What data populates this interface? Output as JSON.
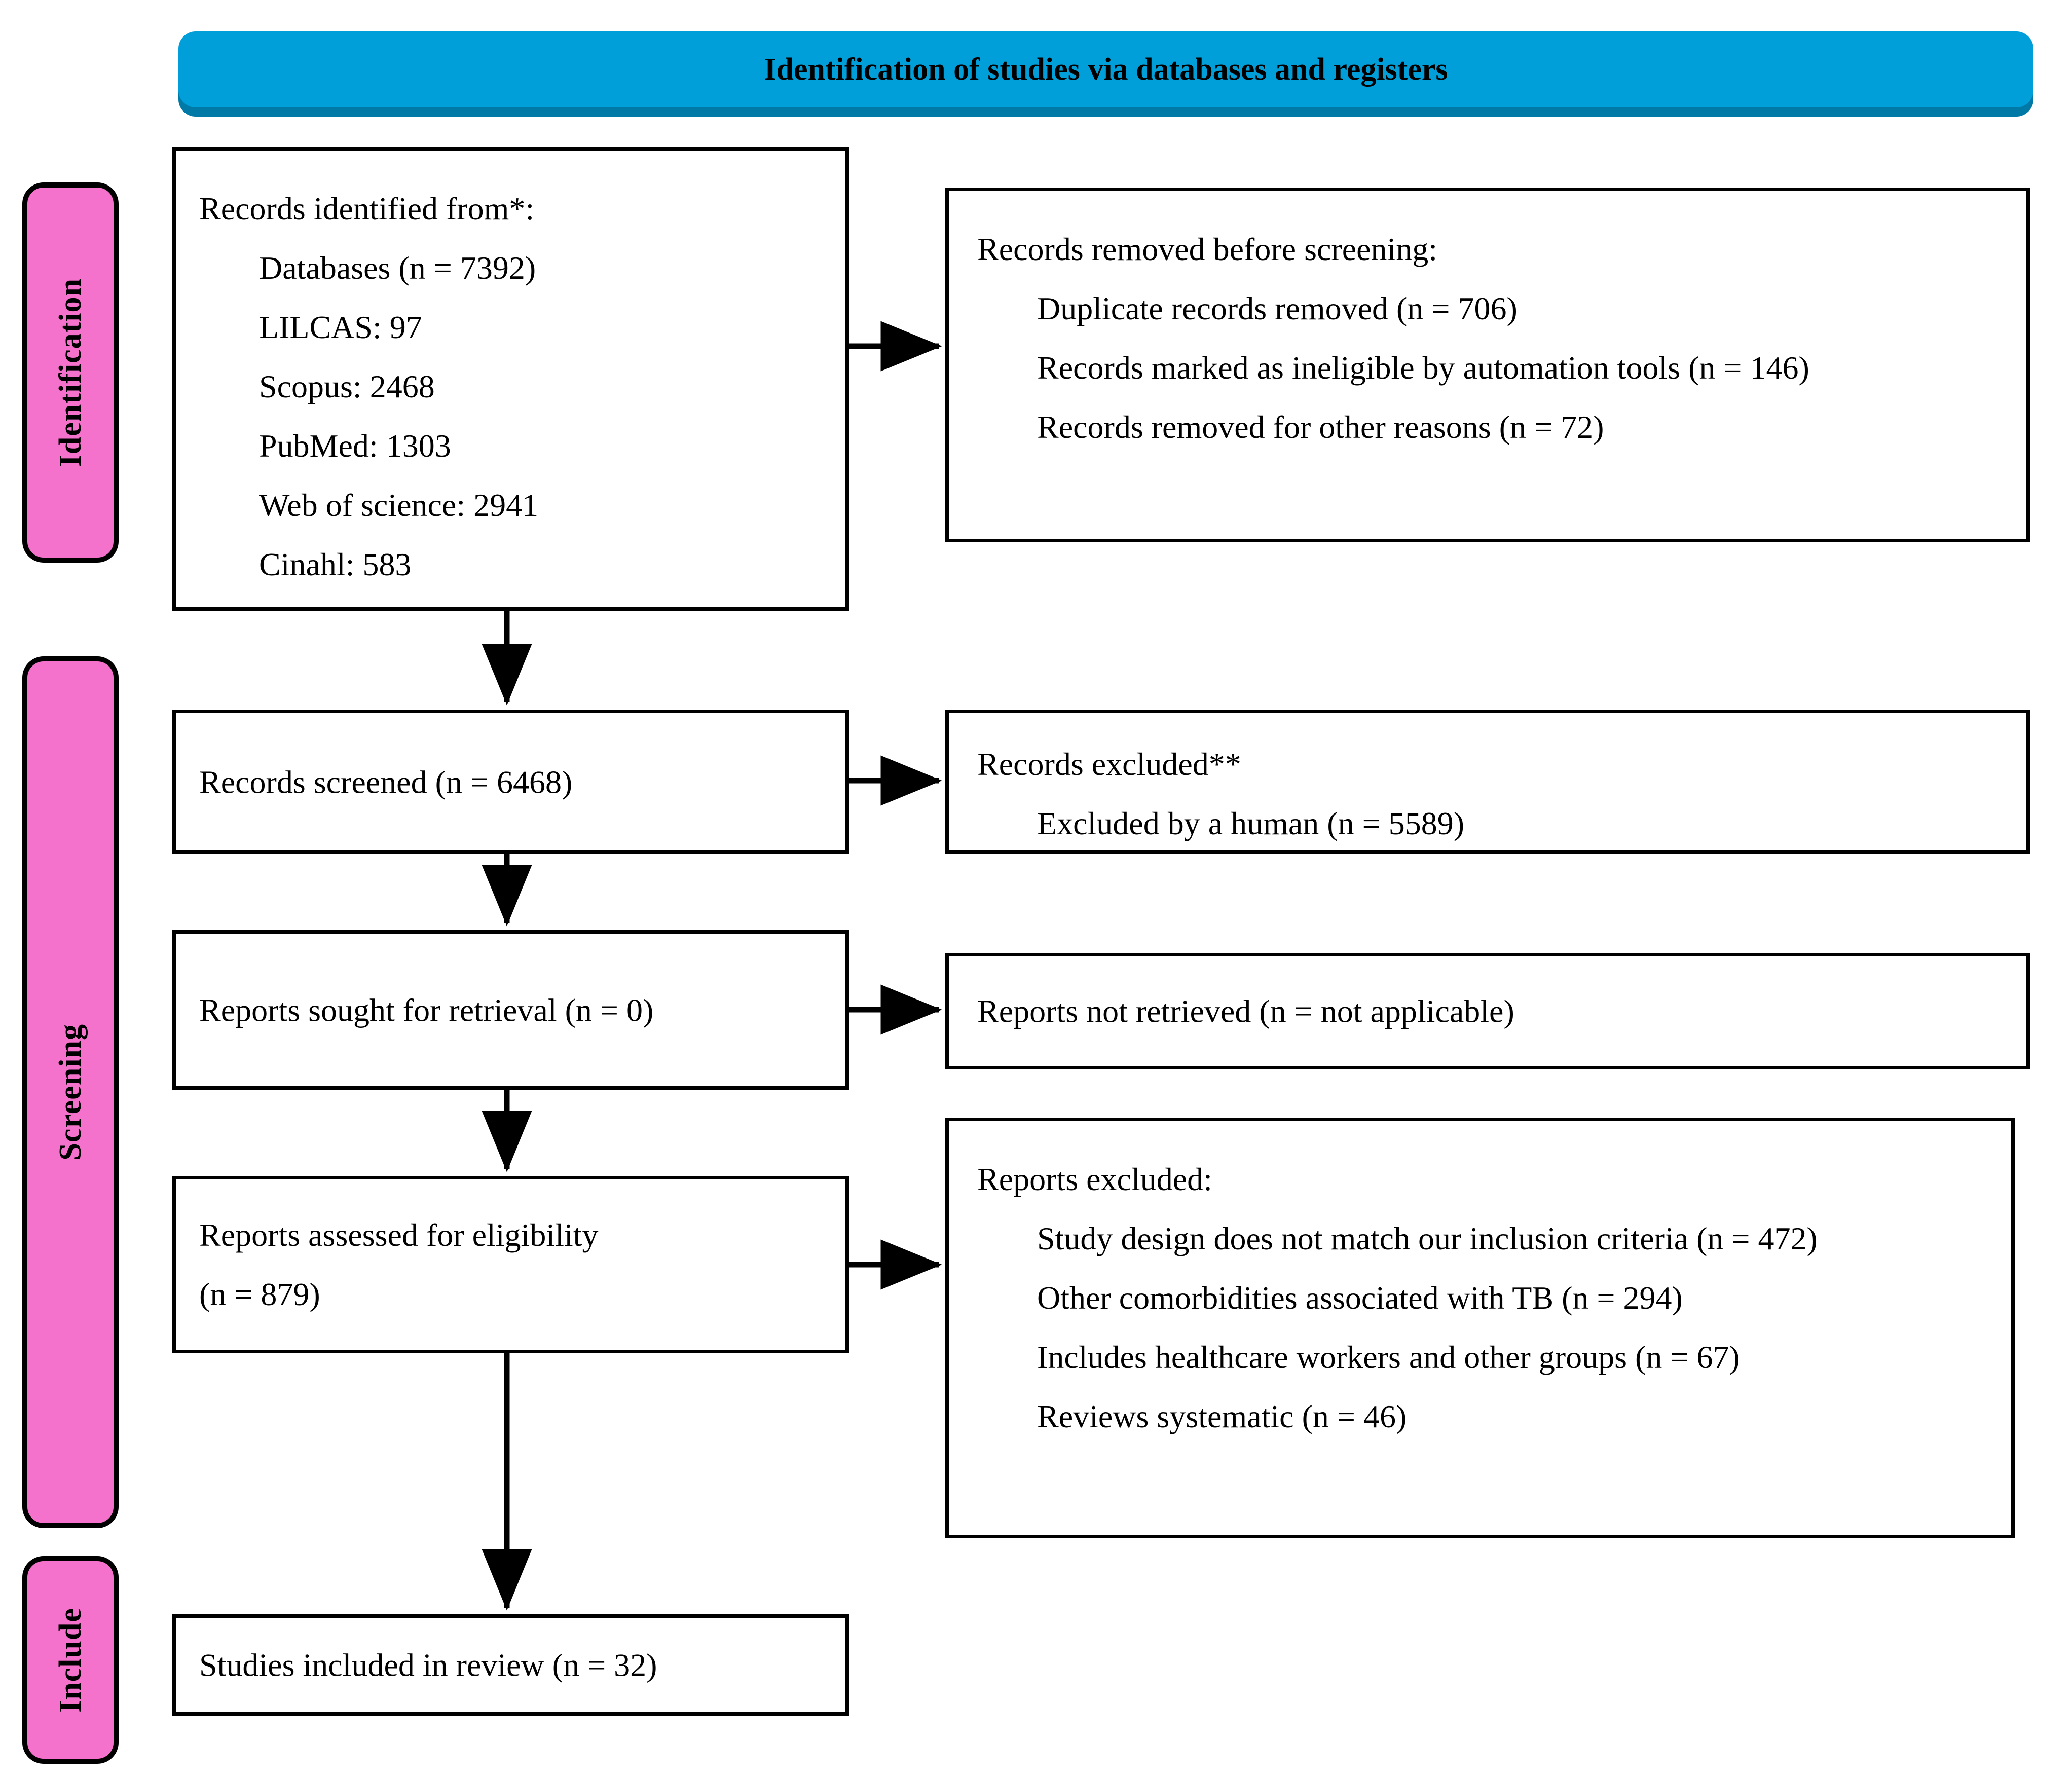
{
  "header": {
    "title": "Identification of studies via databases and registers",
    "bg_color": "#009FD9",
    "shadow_color": "#0079A6"
  },
  "rail_color": "#F472CB",
  "stages": [
    {
      "label": "Identification"
    },
    {
      "label": "Screening"
    },
    {
      "label": "Include"
    }
  ],
  "boxes": {
    "identified": {
      "heading": "Records identified from*:",
      "items": [
        "Databases (n = 7392)",
        "LILCAS: 97",
        "Scopus: 2468",
        "PubMed: 1303",
        "Web of science: 2941",
        "Cinahl: 583"
      ]
    },
    "removed_before_screening": {
      "heading_plain": "Records removed ",
      "heading_italic": "before screening",
      "heading_tail": ":",
      "items": [
        "Duplicate records removed (n = 706)",
        "Records marked as ineligible by automation tools (n = 146)",
        "Records removed for other reasons (n = 72)"
      ]
    },
    "screened": {
      "text": "Records screened (n = 6468)"
    },
    "records_excluded": {
      "heading": "Records excluded**",
      "items": [
        "Excluded by a human (n = 5589)"
      ]
    },
    "sought": {
      "text": "Reports sought for retrieval (n = 0)"
    },
    "not_retrieved": {
      "text": "Reports not retrieved (n = not applicable)"
    },
    "assessed": {
      "line1": "Reports assessed for eligibility",
      "line2": "(n = 879)"
    },
    "reports_excluded": {
      "heading": "Reports excluded:",
      "items": [
        "Study design does not match our inclusion criteria (n = 472)",
        "Other comorbidities associated with TB (n = 294)",
        "Includes healthcare workers and other groups (n = 67)",
        "Reviews systematic (n = 46)"
      ]
    },
    "included": {
      "text": "Studies included in review (n = 32)"
    }
  },
  "chart_data": {
    "type": "diagram",
    "title": "PRISMA 2020 flow diagram",
    "stages": [
      "Identification",
      "Screening",
      "Include"
    ],
    "nodes": [
      {
        "id": "identified",
        "label": "Records identified from*",
        "n": 7392,
        "breakdown": {
          "LILCAS": 97,
          "Scopus": 2468,
          "PubMed": 1303,
          "Web of science": 2941,
          "Cinahl": 583
        }
      },
      {
        "id": "removed_before_screening",
        "label": "Records removed before screening",
        "breakdown": {
          "Duplicate records removed": 706,
          "Records marked as ineligible by automation tools": 146,
          "Records removed for other reasons": 72
        }
      },
      {
        "id": "screened",
        "label": "Records screened",
        "n": 6468
      },
      {
        "id": "records_excluded",
        "label": "Records excluded**",
        "breakdown": {
          "Excluded by a human": 5589
        }
      },
      {
        "id": "sought",
        "label": "Reports sought for retrieval",
        "n": 0
      },
      {
        "id": "not_retrieved",
        "label": "Reports not retrieved",
        "n": "not applicable"
      },
      {
        "id": "assessed",
        "label": "Reports assessed for eligibility",
        "n": 879
      },
      {
        "id": "reports_excluded",
        "label": "Reports excluded",
        "breakdown": {
          "Study design does not match our inclusion criteria": 472,
          "Other comorbidities associated with TB": 294,
          "Includes healthcare workers and other groups": 67,
          "Reviews systematic": 46
        }
      },
      {
        "id": "included",
        "label": "Studies included in review",
        "n": 32
      }
    ],
    "edges": [
      {
        "from": "identified",
        "to": "removed_before_screening",
        "dir": "right"
      },
      {
        "from": "identified",
        "to": "screened",
        "dir": "down"
      },
      {
        "from": "screened",
        "to": "records_excluded",
        "dir": "right"
      },
      {
        "from": "screened",
        "to": "sought",
        "dir": "down"
      },
      {
        "from": "sought",
        "to": "not_retrieved",
        "dir": "right"
      },
      {
        "from": "sought",
        "to": "assessed",
        "dir": "down"
      },
      {
        "from": "assessed",
        "to": "reports_excluded",
        "dir": "right"
      },
      {
        "from": "assessed",
        "to": "included",
        "dir": "down"
      }
    ]
  }
}
